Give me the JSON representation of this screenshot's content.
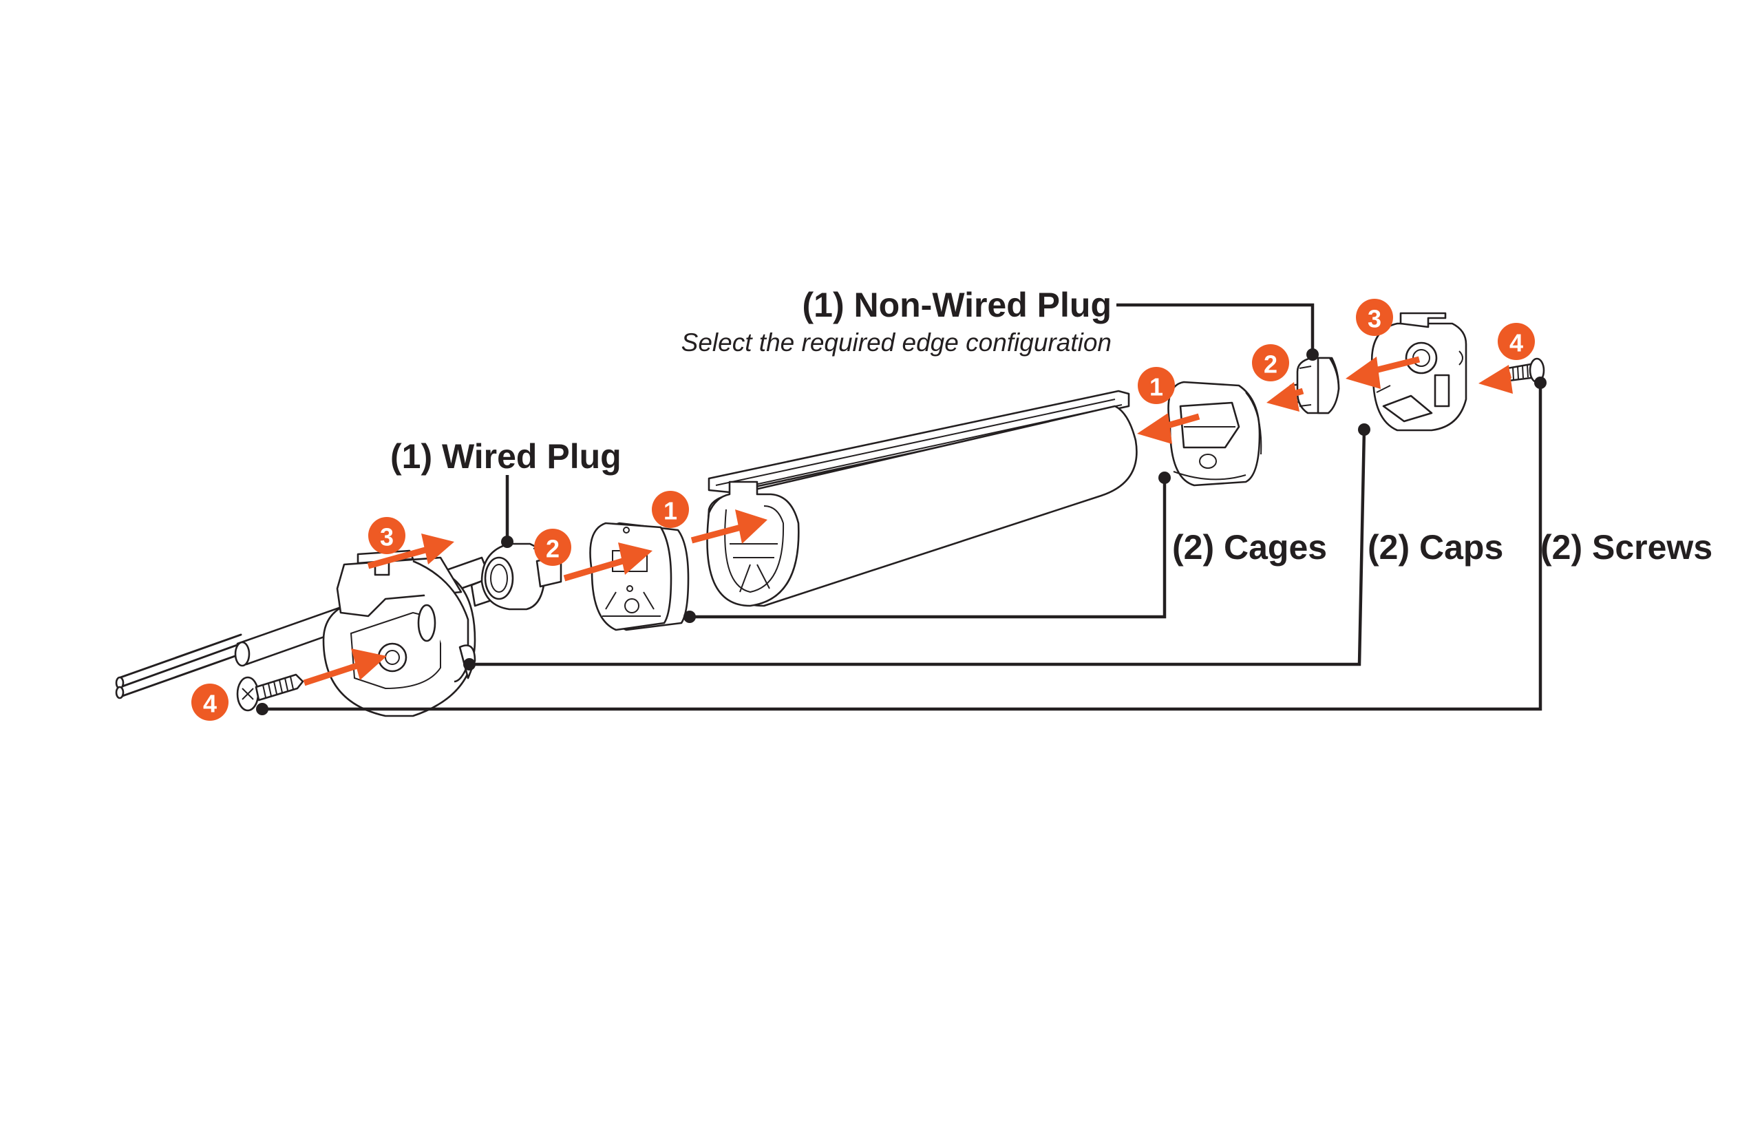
{
  "diagram": {
    "title": "Exploded assembly of headrail end plugs",
    "colors": {
      "accent": "#ee5a24",
      "ink": "#231f20",
      "background": "#ffffff"
    },
    "labels": {
      "non_wired_plug": "(1) Non-Wired Plug",
      "non_wired_plug_note": "Select the required edge configuration",
      "wired_plug": "(1) Wired Plug",
      "cages": "(2) Cages",
      "caps": "(2) Caps",
      "screws": "(2) Screws"
    },
    "left_steps": [
      {
        "number": "1",
        "part": "cage into tube"
      },
      {
        "number": "2",
        "part": "wired plug into cage"
      },
      {
        "number": "3",
        "part": "cap slide"
      },
      {
        "number": "4",
        "part": "screw into cap"
      }
    ],
    "right_steps": [
      {
        "number": "1",
        "part": "cage into tube"
      },
      {
        "number": "2",
        "part": "non-wired plug into cage"
      },
      {
        "number": "3",
        "part": "cap onto plug"
      },
      {
        "number": "4",
        "part": "screw into cap"
      }
    ]
  }
}
